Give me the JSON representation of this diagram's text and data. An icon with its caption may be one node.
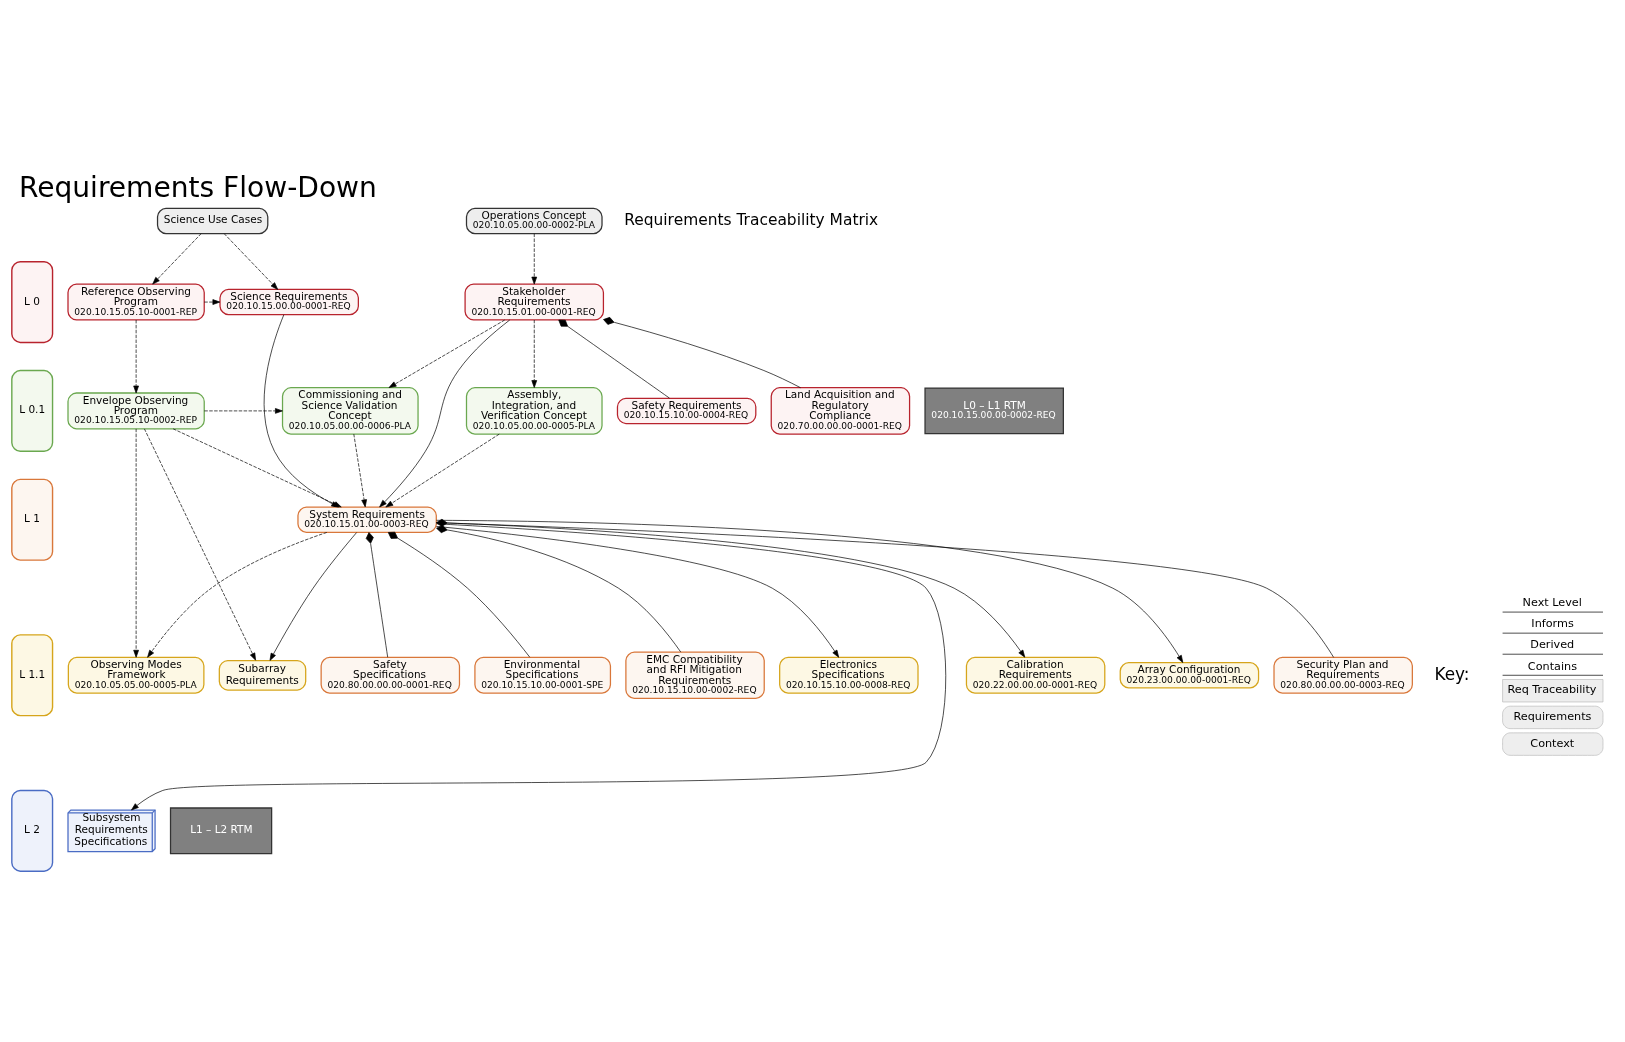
{
  "diagram": {
    "title": "Requirements Flow-Down",
    "nodes": [
      {
        "text": [
          "Science Use Cases"
        ]
      },
      {
        "text": [
          "Operations Concept",
          "020.10.05.00.00-0002-PLA"
        ]
      },
      {
        "text": [
          "L 0"
        ]
      },
      {
        "text": [
          "Reference Observing Program",
          "020.10.15.05.10-0001-REP"
        ]
      },
      {
        "text": [
          "Science Requirements",
          "020.10.15.00.00-0001-REQ"
        ]
      },
      {
        "text": [
          "Stakeholder Requirements",
          "020.10.15.01.00-0001-REQ"
        ]
      },
      {
        "text": [
          "Safety Requirements",
          "020.10.15.10.00-0004-REQ"
        ]
      },
      {
        "text": [
          "Land Acquisition and Regulatory Compliance",
          "020.70.00.00.00-0001-REQ"
        ]
      },
      {
        "text": [
          "L 0.1"
        ]
      },
      {
        "text": [
          "Envelope Observing Program",
          "020.10.15.05.10-0002-REP"
        ]
      },
      {
        "text": [
          "Commissioning and Science Validation Concept",
          "020.10.05.00.00-0006-PLA"
        ]
      },
      {
        "text": [
          "Assembly, Integration, and Verification Concept",
          "020.10.05.00.00-0005-PLA"
        ]
      },
      {
        "text": [
          "L 1"
        ]
      },
      {
        "text": [
          "System Requirements",
          "020.10.15.01.00-0003-REQ"
        ]
      },
      {
        "text": [
          "Security Plan and Requirements",
          "020.80.00.00.00-0003-REQ"
        ]
      },
      {
        "text": [
          "Safety Specifications",
          "020.80.00.00.00-0001-REQ"
        ]
      },
      {
        "text": [
          "Environmental Specifications",
          "020.10.15.10.00-0001-SPE"
        ]
      },
      {
        "text": [
          "EMC Compatibility and RFI Mitigation Requirements",
          "020.10.15.10.00-0002-REQ"
        ]
      },
      {
        "text": [
          "L 1.1"
        ]
      },
      {
        "text": [
          "Electronics Specifications",
          "020.10.15.10.00-0008-REQ"
        ]
      },
      {
        "text": [
          "Calibration Requirements",
          "020.22.00.00.00-0001-REQ"
        ]
      },
      {
        "text": [
          "Array Configuration",
          "020.23.00.00.00-0001-REQ"
        ]
      },
      {
        "text": [
          "Subarray Requirements"
        ]
      },
      {
        "text": [
          "Observing Modes Framework",
          "020.10.05.05.00-0005-PLA"
        ]
      },
      {
        "text": [
          "L 2"
        ]
      },
      {
        "text": [
          "Subsystem Requirements Specifications"
        ]
      },
      {
        "text": [
          "L0 – L1 RTM",
          "020.10.15.00.00-0002-REQ"
        ]
      },
      {
        "text": [
          "L1 – L2 RTM"
        ]
      }
    ],
    "edges": [
      {
        "from": 0,
        "to": 3,
        "arrow": "to",
        "style": "dashed"
      },
      {
        "from": 0,
        "to": 4,
        "arrow": "to",
        "style": "dashed"
      },
      {
        "from": 1,
        "to": 5,
        "arrow": "to",
        "style": "dashed"
      },
      {
        "from": 3,
        "to": 4,
        "arrow": "to",
        "style": "dashed"
      },
      {
        "from": 5,
        "to": 6,
        "arrow": "other"
      },
      {
        "from": 5,
        "to": 7,
        "arrow": "other"
      },
      {
        "from": 3,
        "to": 9,
        "arrow": "to",
        "style": "dashed"
      },
      {
        "from": 5,
        "to": 10,
        "arrow": "to",
        "style": "dashed"
      },
      {
        "from": 5,
        "to": 11,
        "arrow": "to",
        "style": "dashed"
      },
      {
        "from": 4,
        "to": 13,
        "arrow": "to"
      },
      {
        "from": 5,
        "to": 13,
        "arrow": "to"
      },
      {
        "from": 9,
        "to": 10,
        "arrow": "to",
        "style": "dashed"
      },
      {
        "from": 9,
        "to": 13,
        "arrow": "to",
        "style": "dashed"
      },
      {
        "from": 10,
        "to": 13,
        "arrow": "to",
        "style": "dashed"
      },
      {
        "from": 11,
        "to": 13,
        "arrow": "to",
        "style": "dashed"
      },
      {
        "from": 9,
        "to": 22,
        "arrow": "to",
        "style": "dashed"
      },
      {
        "from": 9,
        "to": 23,
        "arrow": "to",
        "style": "dashed"
      },
      {
        "from": 13,
        "to": 14,
        "arrow": "other"
      },
      {
        "from": 13,
        "to": 15,
        "arrow": "other"
      },
      {
        "from": 13,
        "to": 16,
        "arrow": "other"
      },
      {
        "from": 13,
        "to": 17,
        "arrow": "other"
      },
      {
        "from": 13,
        "to": 19,
        "arrow": "to"
      },
      {
        "from": 13,
        "to": 20,
        "arrow": "to"
      },
      {
        "from": 13,
        "to": 21,
        "arrow": "to"
      },
      {
        "from": 13,
        "to": 22,
        "arrow": "to"
      },
      {
        "from": 13,
        "to": 23,
        "arrow": "to",
        "style": "dashed"
      },
      {
        "from": 13,
        "to": 25,
        "arrow": "to"
      }
    ],
    "labels": [
      "Requirements Traceability Matrix",
      "Key:"
    ],
    "legend": [
      {
        "text": "Next Level"
      },
      {
        "text": "Informs"
      },
      {
        "text": "Derived"
      },
      {
        "text": "Contains"
      },
      {
        "text": "Req Traceability"
      },
      {
        "text": "Requirements"
      },
      {
        "text": "Context"
      }
    ]
  }
}
